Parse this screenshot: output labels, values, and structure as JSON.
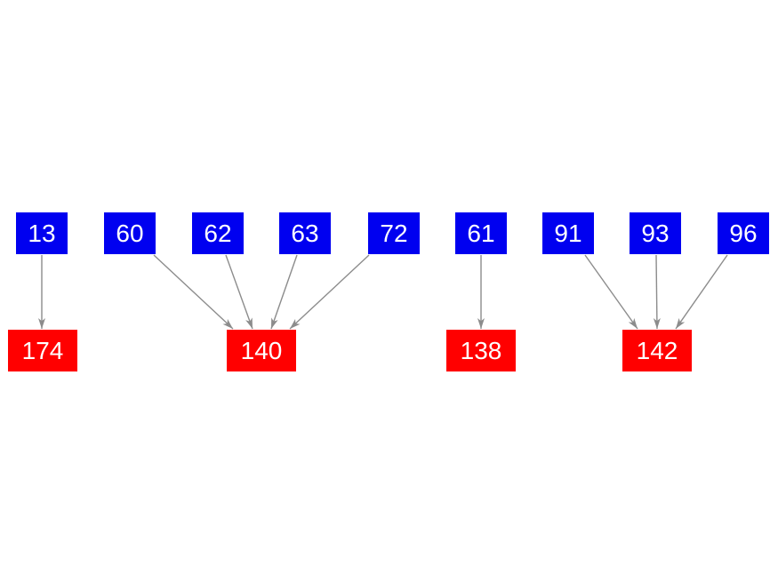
{
  "diagram": {
    "source_nodes": [
      {
        "label": "13"
      },
      {
        "label": "60"
      },
      {
        "label": "62"
      },
      {
        "label": "63"
      },
      {
        "label": "72"
      },
      {
        "label": "61"
      },
      {
        "label": "91"
      },
      {
        "label": "93"
      },
      {
        "label": "96"
      }
    ],
    "target_nodes": [
      {
        "label": "174"
      },
      {
        "label": "140"
      },
      {
        "label": "138"
      },
      {
        "label": "142"
      }
    ],
    "edges": [
      {
        "from": "13",
        "to": "174"
      },
      {
        "from": "60",
        "to": "140"
      },
      {
        "from": "62",
        "to": "140"
      },
      {
        "from": "63",
        "to": "140"
      },
      {
        "from": "72",
        "to": "140"
      },
      {
        "from": "61",
        "to": "138"
      },
      {
        "from": "91",
        "to": "142"
      },
      {
        "from": "93",
        "to": "142"
      },
      {
        "from": "96",
        "to": "142"
      }
    ],
    "colors": {
      "source_node": "#0000f0",
      "target_node": "#ff0000",
      "label_text": "#ffffff",
      "edge": "#8c8c8c",
      "background": "#ffffff"
    }
  }
}
